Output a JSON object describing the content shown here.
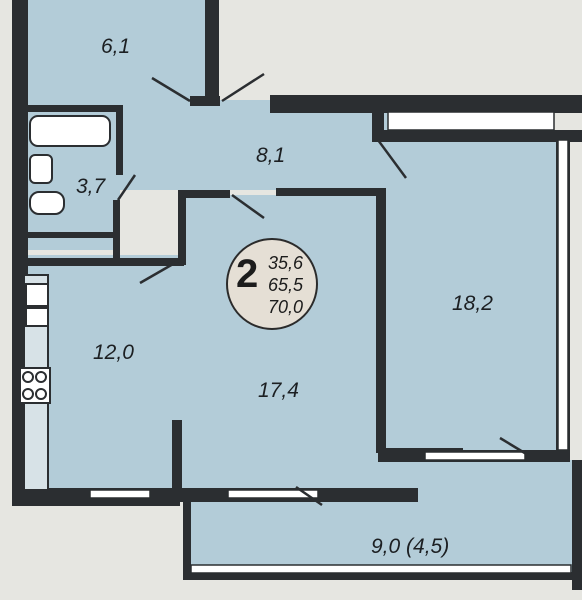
{
  "plan": {
    "rooms": [
      {
        "id": "storage",
        "area": "6,1"
      },
      {
        "id": "hall",
        "area": "8,1"
      },
      {
        "id": "bathroom",
        "area": "3,7"
      },
      {
        "id": "kitchen",
        "area": "12,0"
      },
      {
        "id": "bedroom",
        "area": "17,4"
      },
      {
        "id": "living",
        "area": "18,2"
      },
      {
        "id": "loggia",
        "area": "9,0 (4,5)"
      }
    ],
    "badge": {
      "rooms": "2",
      "living_area": "35,6",
      "total_area": "65,5",
      "total_with_loggia": "70,0"
    }
  },
  "colors": {
    "room_fill": "#b3ccd8",
    "wall": "#2b2e31",
    "background": "#e6e6e1",
    "badge_fill": "#e5dfd5"
  }
}
